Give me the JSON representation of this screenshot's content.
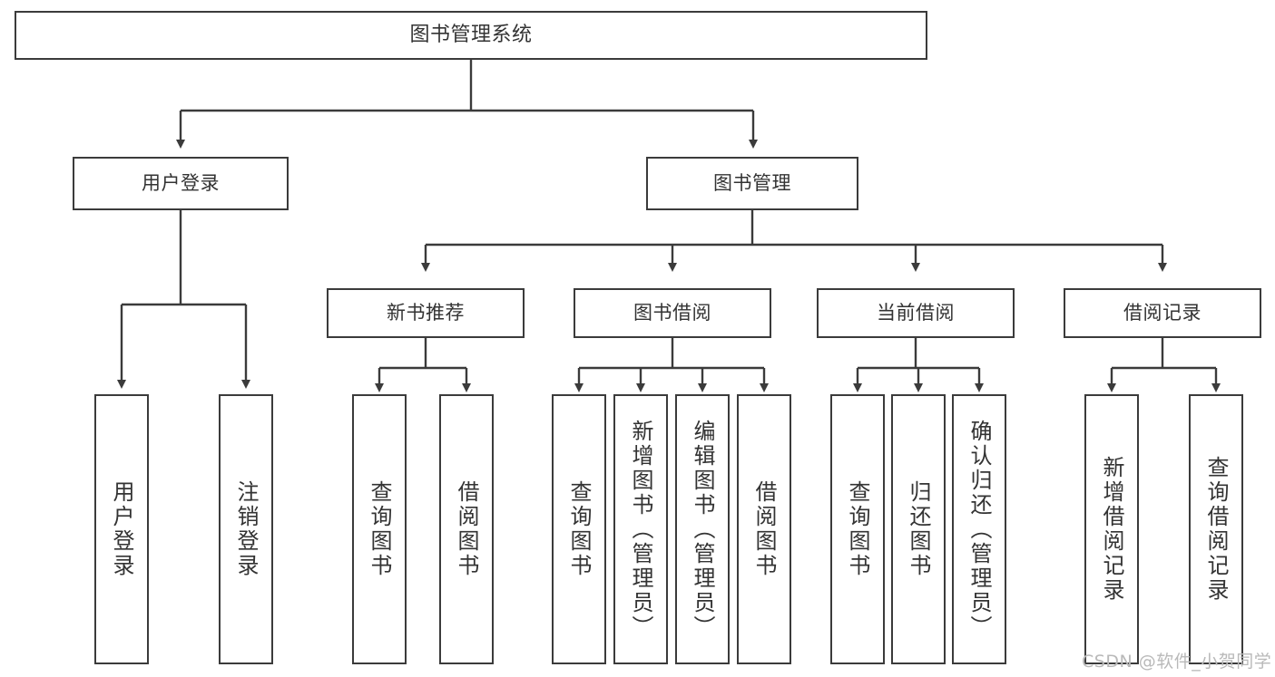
{
  "diagram": {
    "title": "图书管理系统",
    "watermark": "CSDN @软件_小贺同学",
    "colors": {
      "stroke": "#3b3b3b",
      "text": "#333333",
      "background": "#ffffff",
      "watermark": "#b9b9b9"
    },
    "root": {
      "label": "图书管理系统"
    },
    "level2": [
      {
        "label": "用户登录"
      },
      {
        "label": "图书管理"
      }
    ],
    "level3": [
      {
        "label": "新书推荐"
      },
      {
        "label": "图书借阅"
      },
      {
        "label": "当前借阅"
      },
      {
        "label": "借阅记录"
      }
    ],
    "leaves": {
      "user_login": [
        {
          "label": "用户登录"
        },
        {
          "label": "注销登录"
        }
      ],
      "new_book": [
        {
          "label": "查询图书"
        },
        {
          "label": "借阅图书"
        }
      ],
      "book_borrow": [
        {
          "label": "查询图书"
        },
        {
          "label": "新增图书（管理员）"
        },
        {
          "label": "编辑图书（管理员）"
        },
        {
          "label": "借阅图书"
        }
      ],
      "current_borrow": [
        {
          "label": "查询图书"
        },
        {
          "label": "归还图书"
        },
        {
          "label": "确认归还（管理员）"
        }
      ],
      "borrow_record": [
        {
          "label": "新增借阅记录"
        },
        {
          "label": "查询借阅记录"
        }
      ]
    }
  }
}
